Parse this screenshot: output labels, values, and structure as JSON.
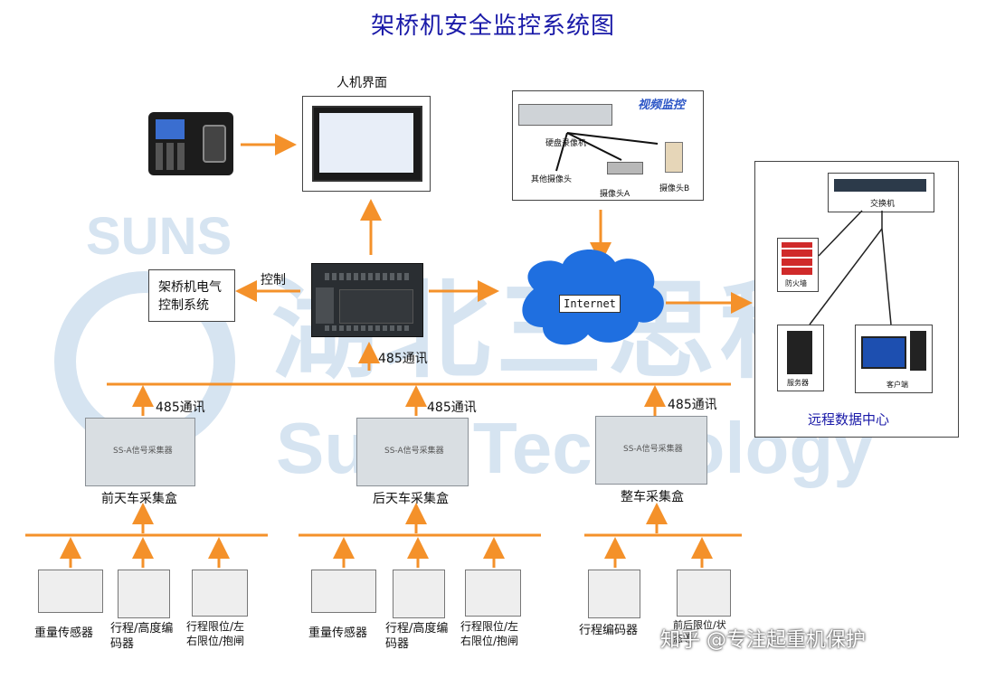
{
  "title": "架桥机安全监控系统图",
  "watermark": {
    "brand_en": "SUNS",
    "brand_cn": "湖北三思科技",
    "brand_tail": "Suns Technology"
  },
  "hmi": {
    "label": "人机界面"
  },
  "video": {
    "title": "视频监控",
    "dvr": "硬盘录像机",
    "other_cam": "其他摄像头",
    "cam_a": "摄像头A",
    "cam_b": "摄像头B"
  },
  "electrical": {
    "label_line1": "架桥机电气",
    "label_line2": "控制系统",
    "arrow_label": "控制"
  },
  "internet": {
    "label": "Internet"
  },
  "comm": {
    "plc_link": "485通讯",
    "front_link": "485通讯",
    "rear_link": "485通讯",
    "whole_link": "485通讯"
  },
  "remote": {
    "label": "远程数据中心",
    "switch": "交换机",
    "firewall": "防火墙",
    "server": "服务器",
    "client": "客户端"
  },
  "collectors": {
    "front": {
      "label": "前天车采集盒",
      "device_text": "SS-A信号采集器"
    },
    "rear": {
      "label": "后天车采集盒",
      "device_text": "SS-A信号采集器"
    },
    "whole": {
      "label": "整车采集盒",
      "device_text": "SS-A信号采集器"
    }
  },
  "sensors": {
    "front": [
      "重量传感器",
      "行程/高度编码器",
      "行程限位/左右限位/抱闸"
    ],
    "rear": [
      "重量传感器",
      "行程/高度编码器",
      "行程限位/左右限位/抱闸"
    ],
    "whole": [
      "行程编码器",
      "前后限位/状态等"
    ]
  },
  "footer_watermark": "知乎 @专注起重机保护",
  "colors": {
    "arrow": "#f4912a",
    "title": "#1a1aa8",
    "cloud": "#1f6fe0",
    "remote_label": "#1a1aa8"
  }
}
